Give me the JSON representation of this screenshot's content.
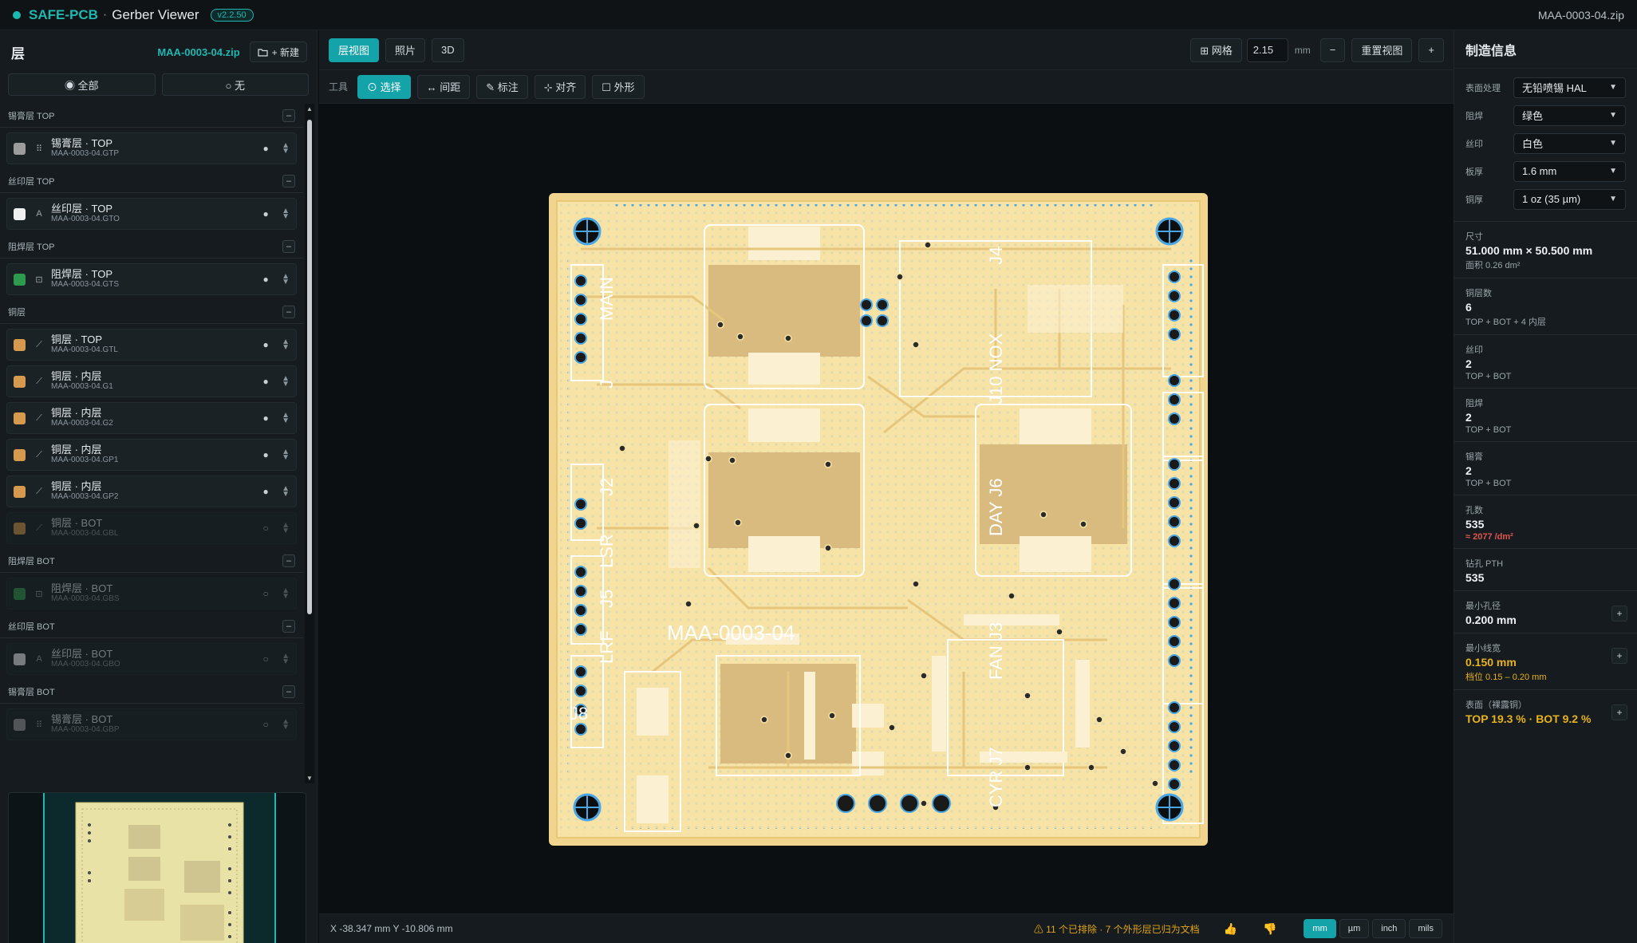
{
  "title": {
    "brand": "SAFE-PCB",
    "app": "Gerber Viewer",
    "version": "v2.2.50",
    "file": "MAA-0003-04.zip",
    "sep": "·"
  },
  "left": {
    "heading": "层",
    "zip": "MAA-0003-04.zip",
    "new_button": "+ 新建",
    "filter_all": "◉ 全部",
    "filter_none": "○ 无",
    "groups": [
      {
        "name": "锡膏层 TOP",
        "collapse": "–",
        "layers": [
          {
            "name": "锡膏层 · TOP",
            "file": "MAA-0003-04.GTP",
            "vis": "●"
          }
        ]
      },
      {
        "name": "丝印层 TOP",
        "collapse": "–",
        "layers": [
          {
            "name": "丝印层 · TOP",
            "file": "MAA-0003-04.GTO",
            "vis": "●"
          }
        ]
      },
      {
        "name": "阻焊层 TOP",
        "collapse": "–",
        "layers": [
          {
            "name": "阻焊层 · TOP",
            "file": "MAA-0003-04.GTS",
            "vis": "●"
          }
        ]
      },
      {
        "name": "铜层",
        "collapse": "–",
        "layers": [
          {
            "name": "铜层 · TOP",
            "file": "MAA-0003-04.GTL",
            "vis": "●"
          },
          {
            "name": "铜层 · 内层",
            "file": "MAA-0003-04.G1",
            "vis": "●"
          },
          {
            "name": "铜层 · 内层",
            "file": "MAA-0003-04.G2",
            "vis": "●"
          },
          {
            "name": "铜层 · 内层",
            "file": "MAA-0003-04.GP1",
            "vis": "●"
          },
          {
            "name": "铜层 · 内层",
            "file": "MAA-0003-04.GP2",
            "vis": "●"
          },
          {
            "name": "铜层 · BOT",
            "file": "MAA-0003-04.GBL",
            "vis": "○"
          }
        ]
      },
      {
        "name": "阻焊层 BOT",
        "collapse": "–",
        "layers": [
          {
            "name": "阻焊层 · BOT",
            "file": "MAA-0003-04.GBS",
            "vis": "○"
          }
        ]
      },
      {
        "name": "丝印层 BOT",
        "collapse": "–",
        "layers": [
          {
            "name": "丝印层 · BOT",
            "file": "MAA-0003-04.GBO",
            "vis": "○"
          }
        ]
      },
      {
        "name": "锡膏层 BOT",
        "collapse": "–",
        "layers": [
          {
            "name": "锡膏层 · BOT",
            "file": "MAA-0003-04.GBP",
            "vis": "○"
          }
        ]
      }
    ]
  },
  "toolbar": {
    "view_layers": "层视图",
    "view_photo": "照片",
    "view_3d": "3D",
    "grid": "⊞ 网格",
    "grid_value": "2.15",
    "grid_unit": "mm",
    "zoom_out": "−",
    "reset": "重置视图",
    "zoom_in": "+",
    "tools_label": "工具",
    "select": "⊙ 选择",
    "distance": "↔ 间距",
    "annotate": "✎ 标注",
    "align": "⊹ 对齐",
    "outline": "☐ 外形"
  },
  "pcb": {
    "board_label": "MAA-0003-04",
    "silk_labels": [
      "MAIN",
      "J4",
      "J10 NOX",
      "DAY J6",
      "FAN J3",
      "CYR J7",
      "J",
      "J2",
      "LSR",
      "J5",
      "LRF",
      "J8"
    ]
  },
  "status": {
    "coords": "X -38.347 mm Y -10.806 mm",
    "warning": "⚠ 11 个已排除 · 7 个外形层已归为文档",
    "feedback": "👍 👎",
    "units": [
      "mm",
      "µm",
      "inch",
      "mils"
    ]
  },
  "right": {
    "heading": "制造信息",
    "selects": [
      {
        "label": "表面处理",
        "value": "无铅喷锡 HAL"
      },
      {
        "label": "阻焊",
        "value": "绿色"
      },
      {
        "label": "丝印",
        "value": "白色"
      },
      {
        "label": "板厚",
        "value": "1.6 mm"
      },
      {
        "label": "铜厚",
        "value": "1 oz (35 µm)"
      }
    ],
    "stats": {
      "size": {
        "k": "尺寸",
        "v": "51.000 mm × 50.500 mm",
        "s": "面积 0.26 dm²"
      },
      "copper": {
        "k": "铜层数",
        "v": "6",
        "s": "TOP + BOT + 4 内层"
      },
      "silk": {
        "k": "丝印",
        "v": "2",
        "s": "TOP + BOT"
      },
      "mask": {
        "k": "阻焊",
        "v": "2",
        "s": "TOP + BOT"
      },
      "paste": {
        "k": "锡膏",
        "v": "2",
        "s": "TOP + BOT"
      },
      "holes": {
        "k": "孔数",
        "v": "535",
        "s": "≈ 2077 /dm²"
      },
      "pth": {
        "k": "钻孔 PTH",
        "v": "535"
      },
      "minhole": {
        "k": "最小孔径",
        "v": "0.200 mm"
      },
      "minline": {
        "k": "最小线宽",
        "v": "0.150 mm",
        "s": "档位 0.15 – 0.20 mm"
      },
      "surface": {
        "k": "表面（裸露铜）",
        "v": "TOP 19.3 % · BOT 9.2 %"
      }
    }
  },
  "colors": {
    "accent": "#13a3a8",
    "board": "#f3dc98",
    "warning": "#e0a417"
  }
}
